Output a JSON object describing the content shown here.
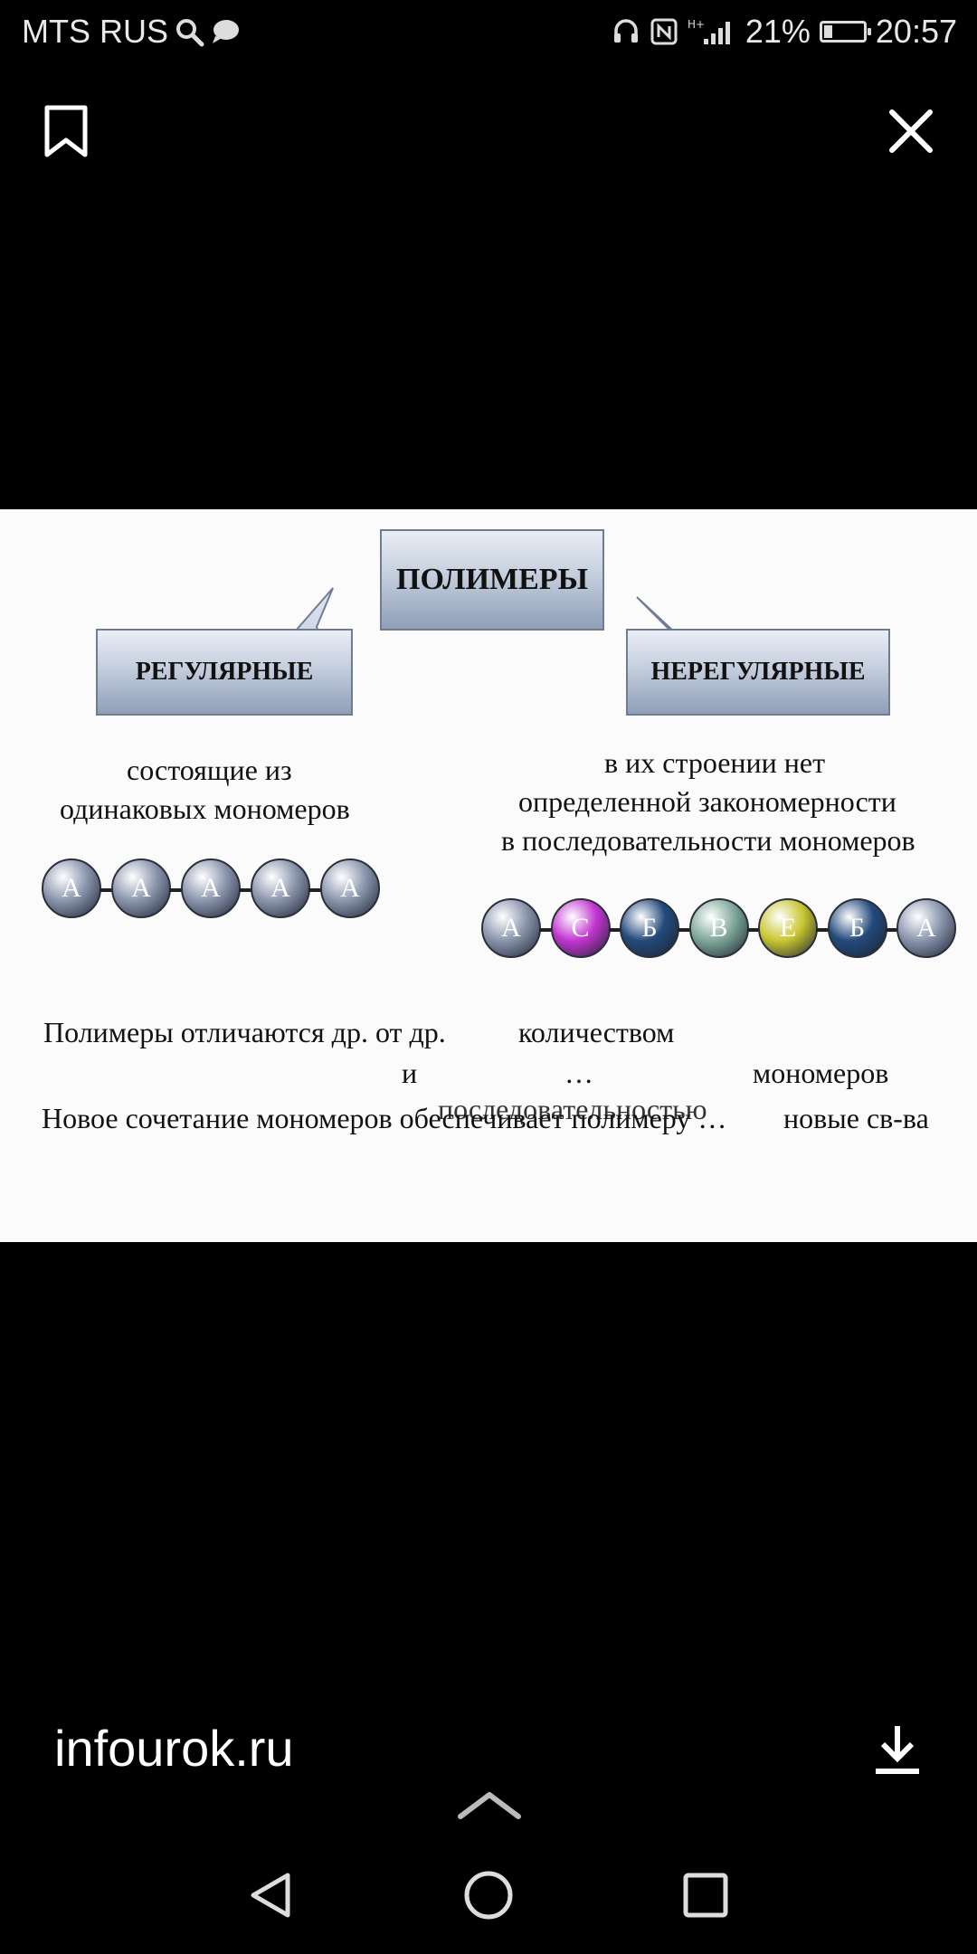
{
  "status_bar": {
    "carrier": "MTS RUS",
    "battery_percent_text": "21%",
    "battery_level": 0.21,
    "time": "20:57",
    "network_type": "H+"
  },
  "viewer": {
    "bookmark_icon": "bookmark-icon",
    "close_icon": "close-icon",
    "source": "infourok.ru",
    "download_icon": "download-icon",
    "swipe_up_icon": "chevron-up-icon"
  },
  "slide": {
    "title": "ПОЛИМЕРЫ",
    "regular_label": "РЕГУЛЯРНЫЕ",
    "irregular_label": "НЕРЕГУЛЯРНЫЕ",
    "regular_desc": [
      "состоящие из",
      "одинаковых мономеров"
    ],
    "irregular_desc": [
      "в их строении нет",
      "определенной закономерности",
      "в последовательности мономеров"
    ],
    "regular_chain": [
      "А",
      "А",
      "А",
      "А",
      "А"
    ],
    "irregular_chain": [
      "А",
      "С",
      "Б",
      "В",
      "Е",
      "Б",
      "А"
    ],
    "irregular_colors": [
      "#8a95ad",
      "#c235d0",
      "#234a7c",
      "#7fa89a",
      "#c8c630",
      "#234a7c",
      "#8a95ad"
    ],
    "bottom_line1": "Полимеры отличаются др. от др.",
    "bottom_word_qty": "количеством",
    "bottom_and": "и",
    "bottom_dots": "…",
    "bottom_monomers": "мономеров",
    "bottom_line3": "Новое сочетание мономеров обеспечивает полимеру …",
    "bottom_sequence": "последовательностью",
    "bottom_new_props": "новые св-ва"
  },
  "nav": {
    "back_icon": "back-triangle-icon",
    "home_icon": "home-circle-icon",
    "recents_icon": "recents-square-icon"
  }
}
